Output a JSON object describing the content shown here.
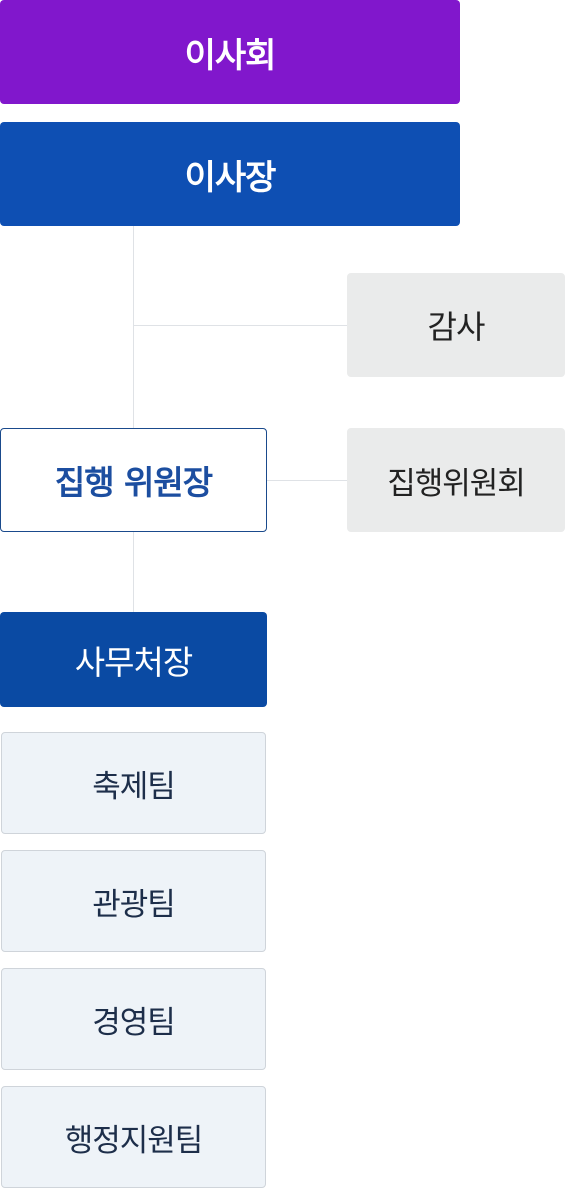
{
  "org": {
    "board": "이사회",
    "chairman": "이사장",
    "audit": "감사",
    "executive_chair": "집행 위원장",
    "executive_committee": "집행위원회",
    "secretary_general": "사무처장",
    "teams": [
      "축제팀",
      "관광팀",
      "경영팀",
      "행정지원팀"
    ]
  },
  "colors": {
    "board": "#8117cc",
    "chairman": "#0e4fb3",
    "secretary_general": "#0a4aa3",
    "executive_chair_text": "#1c4ea0",
    "side_box": "#eaebeb",
    "team_box": "#eef3f8"
  }
}
